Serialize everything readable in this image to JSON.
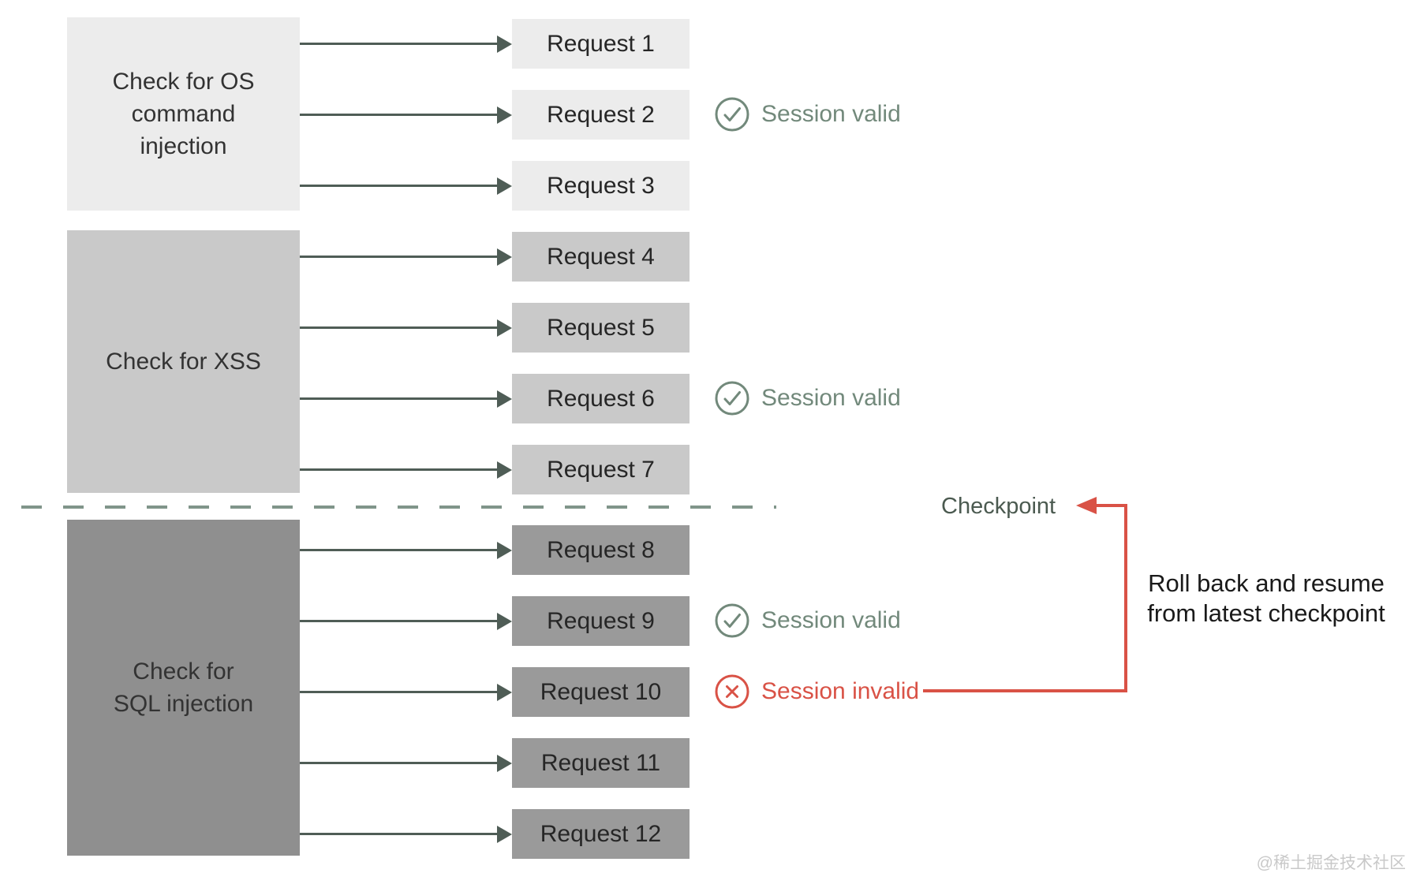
{
  "colors": {
    "background": "#ffffff",
    "arrow": "#4f5d56",
    "divider_dash": "#80958a",
    "status_valid": "#72897b",
    "status_invalid": "#d95246",
    "checkpoint_text": "#4b5a50",
    "note_text": "#1a1a1a",
    "group1_fill": "#ececec",
    "group2_fill": "#c9c9c9",
    "group3_box_fill": "#8f8f8f",
    "group3_request_fill": "#9a9a9a",
    "watermark_text": "#c9c9c9"
  },
  "groups": [
    {
      "name": "check-os-command-injection",
      "label_lines": [
        "Check for OS",
        "command",
        "injection"
      ],
      "requests": [
        {
          "label": "Request 1"
        },
        {
          "label": "Request 2"
        },
        {
          "label": "Request 3"
        }
      ]
    },
    {
      "name": "check-xss",
      "label_lines": [
        "Check for XSS"
      ],
      "requests": [
        {
          "label": "Request 4"
        },
        {
          "label": "Request 5"
        },
        {
          "label": "Request 6"
        },
        {
          "label": "Request 7"
        }
      ]
    },
    {
      "name": "check-sql-injection",
      "label_lines": [
        "Check for",
        "SQL injection"
      ],
      "requests": [
        {
          "label": "Request 8"
        },
        {
          "label": "Request 9"
        },
        {
          "label": "Request 10"
        },
        {
          "label": "Request 11"
        },
        {
          "label": "Request 12"
        }
      ]
    }
  ],
  "statuses": [
    {
      "type": "valid",
      "label": "Session valid",
      "attached_to": "Request 2"
    },
    {
      "type": "valid",
      "label": "Session valid",
      "attached_to": "Request 6"
    },
    {
      "type": "valid",
      "label": "Session valid",
      "attached_to": "Request 9"
    },
    {
      "type": "invalid",
      "label": "Session invalid",
      "attached_to": "Request 10"
    }
  ],
  "checkpoint": {
    "label": "Checkpoint"
  },
  "note": {
    "lines": [
      "Roll back and resume",
      "from latest checkpoint"
    ]
  },
  "watermark": "@稀土掘金技术社区"
}
